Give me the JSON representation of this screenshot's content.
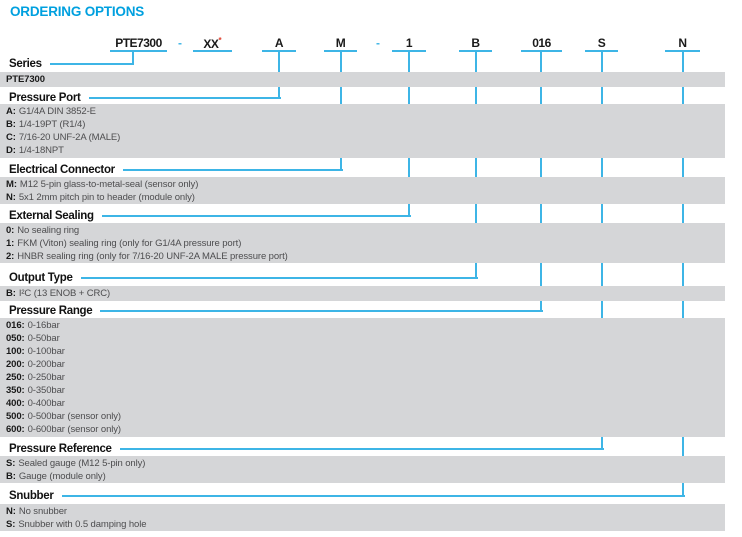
{
  "title": "ORDERING OPTIONS",
  "colors": {
    "accent_title": "#00a0df",
    "connector_line": "#3db5e6",
    "band_background": "#d5d6d8",
    "footnote_asterisk": "#e0402e"
  },
  "part_code": {
    "series": "PTE7300",
    "sep1": "-",
    "custom": "XX",
    "custom_footnote": "*",
    "pressure_port": "A",
    "electrical_connector": "M",
    "sep2": "-",
    "external_sealing": "1",
    "output_type": "B",
    "pressure_range": "016",
    "pressure_reference": "S",
    "snubber": "N"
  },
  "sections": [
    {
      "label": "Series",
      "options": [
        {
          "prefix": "PTE7300",
          "text": ""
        }
      ]
    },
    {
      "label": "Pressure Port",
      "options": [
        {
          "prefix": "A:",
          "text": "G1/4A DIN 3852-E"
        },
        {
          "prefix": "B:",
          "text": "1/4-19PT (R1/4)"
        },
        {
          "prefix": "C:",
          "text": "7/16-20 UNF-2A (MALE)"
        },
        {
          "prefix": "D:",
          "text": "1/4-18NPT"
        }
      ]
    },
    {
      "label": "Electrical Connector",
      "options": [
        {
          "prefix": "M:",
          "text": "M12 5-pin glass-to-metal-seal (sensor only)"
        },
        {
          "prefix": "N:",
          "text": "5x1 2mm pitch pin to header (module only)"
        }
      ]
    },
    {
      "label": "External Sealing",
      "options": [
        {
          "prefix": "0:",
          "text": "No sealing ring"
        },
        {
          "prefix": "1:",
          "text": "FKM (Viton) sealing ring (only for G1/4A pressure port)"
        },
        {
          "prefix": "2:",
          "text": "HNBR sealing ring (only for 7/16-20 UNF-2A MALE pressure port)"
        }
      ]
    },
    {
      "label": "Output Type",
      "options": [
        {
          "prefix": "B:",
          "text": "I²C (13 ENOB + CRC)"
        }
      ]
    },
    {
      "label": "Pressure Range",
      "options": [
        {
          "prefix": "016:",
          "text": "0-16bar"
        },
        {
          "prefix": "050:",
          "text": "0-50bar"
        },
        {
          "prefix": "100:",
          "text": "0-100bar"
        },
        {
          "prefix": "200:",
          "text": "0-200bar"
        },
        {
          "prefix": "250:",
          "text": "0-250bar"
        },
        {
          "prefix": "350:",
          "text": "0-350bar"
        },
        {
          "prefix": "400:",
          "text": "0-400bar"
        },
        {
          "prefix": "500:",
          "text": "0-500bar (sensor only)"
        },
        {
          "prefix": "600:",
          "text": "0-600bar (sensor only)"
        }
      ]
    },
    {
      "label": "Pressure Reference",
      "options": [
        {
          "prefix": "S:",
          "text": "Sealed gauge (M12 5-pin only)"
        },
        {
          "prefix": "B:",
          "text": "Gauge (module only)"
        }
      ]
    },
    {
      "label": "Snubber",
      "options": [
        {
          "prefix": "N:",
          "text": "No snubber"
        },
        {
          "prefix": "S:",
          "text": "Snubber with 0.5 damping hole"
        }
      ]
    }
  ]
}
